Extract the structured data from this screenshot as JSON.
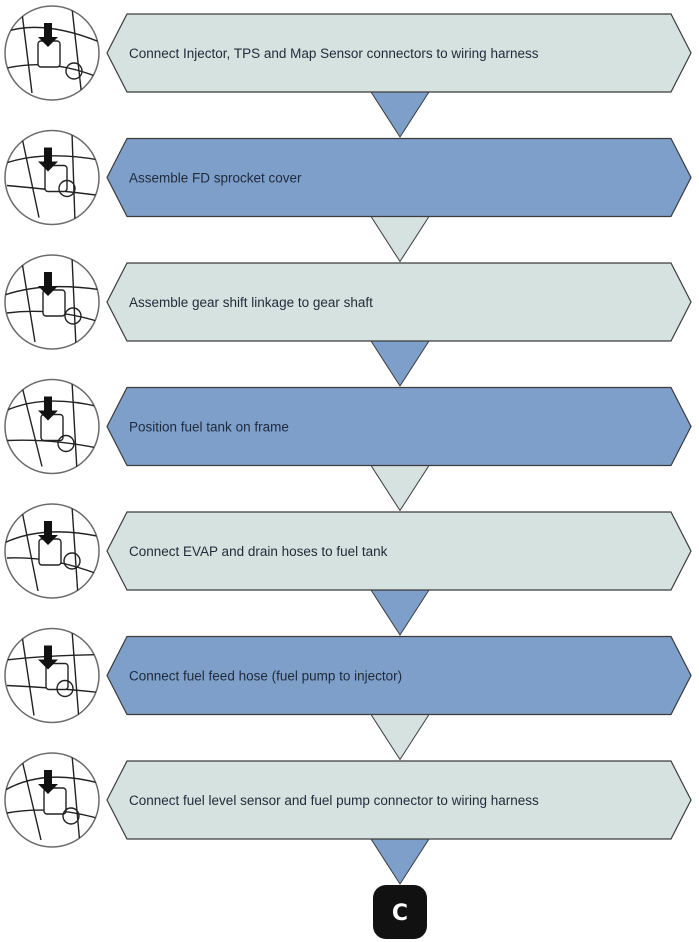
{
  "colors": {
    "light_fill": "#d5e2df",
    "blue_fill": "#7e9fca",
    "outline": "#3c3c3c",
    "end_fill": "#111111",
    "end_text": "#ffffff"
  },
  "steps": [
    {
      "label": "Connect Injector, TPS and Map Sensor connectors to wiring harness",
      "style": "light",
      "icon": "connector-photo-icon"
    },
    {
      "label": "Assemble FD sprocket cover",
      "style": "blue",
      "icon": "sprocket-cover-photo-icon"
    },
    {
      "label": "Assemble gear shift linkage to gear shaft",
      "style": "light",
      "icon": "gear-shift-linkage-photo-icon"
    },
    {
      "label": "Position fuel tank on frame",
      "style": "blue",
      "icon": "fuel-tank-photo-icon"
    },
    {
      "label": "Connect EVAP and drain hoses to fuel tank",
      "style": "light",
      "icon": "evap-hose-photo-icon"
    },
    {
      "label": "Connect fuel feed hose (fuel pump to injector)",
      "style": "blue",
      "icon": "fuel-feed-hose-photo-icon"
    },
    {
      "label": "Connect fuel level sensor and fuel pump connector to wiring harness",
      "style": "light",
      "icon": "fuel-level-sensor-photo-icon"
    }
  ],
  "end_marker": {
    "label": "C"
  }
}
